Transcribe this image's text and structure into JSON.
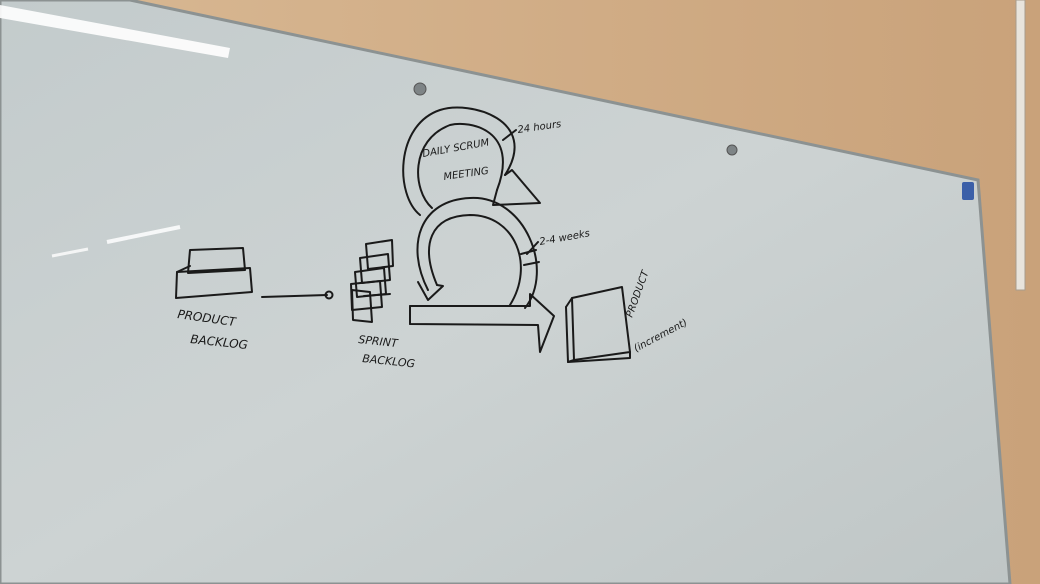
{
  "whiteboard": {
    "labels": {
      "product_backlog_line1": "PRODUCT",
      "product_backlog_line2": "BACKLOG",
      "sprint_backlog_line1": "SPRINT",
      "sprint_backlog_line2": "BACKLOG",
      "daily_scrum_line1": "DAILY SCRUM",
      "daily_scrum_line2": "MEETING",
      "hours_24": "24 hours",
      "weeks_2_4": "2-4 weeks",
      "product_line1": "PRODUCT",
      "product_line2": "(increment)"
    }
  },
  "colors": {
    "wall": "#d8b892",
    "board": "#c9cfcf",
    "ink": "#1a1a1a",
    "frame": "#9aa0a0"
  }
}
